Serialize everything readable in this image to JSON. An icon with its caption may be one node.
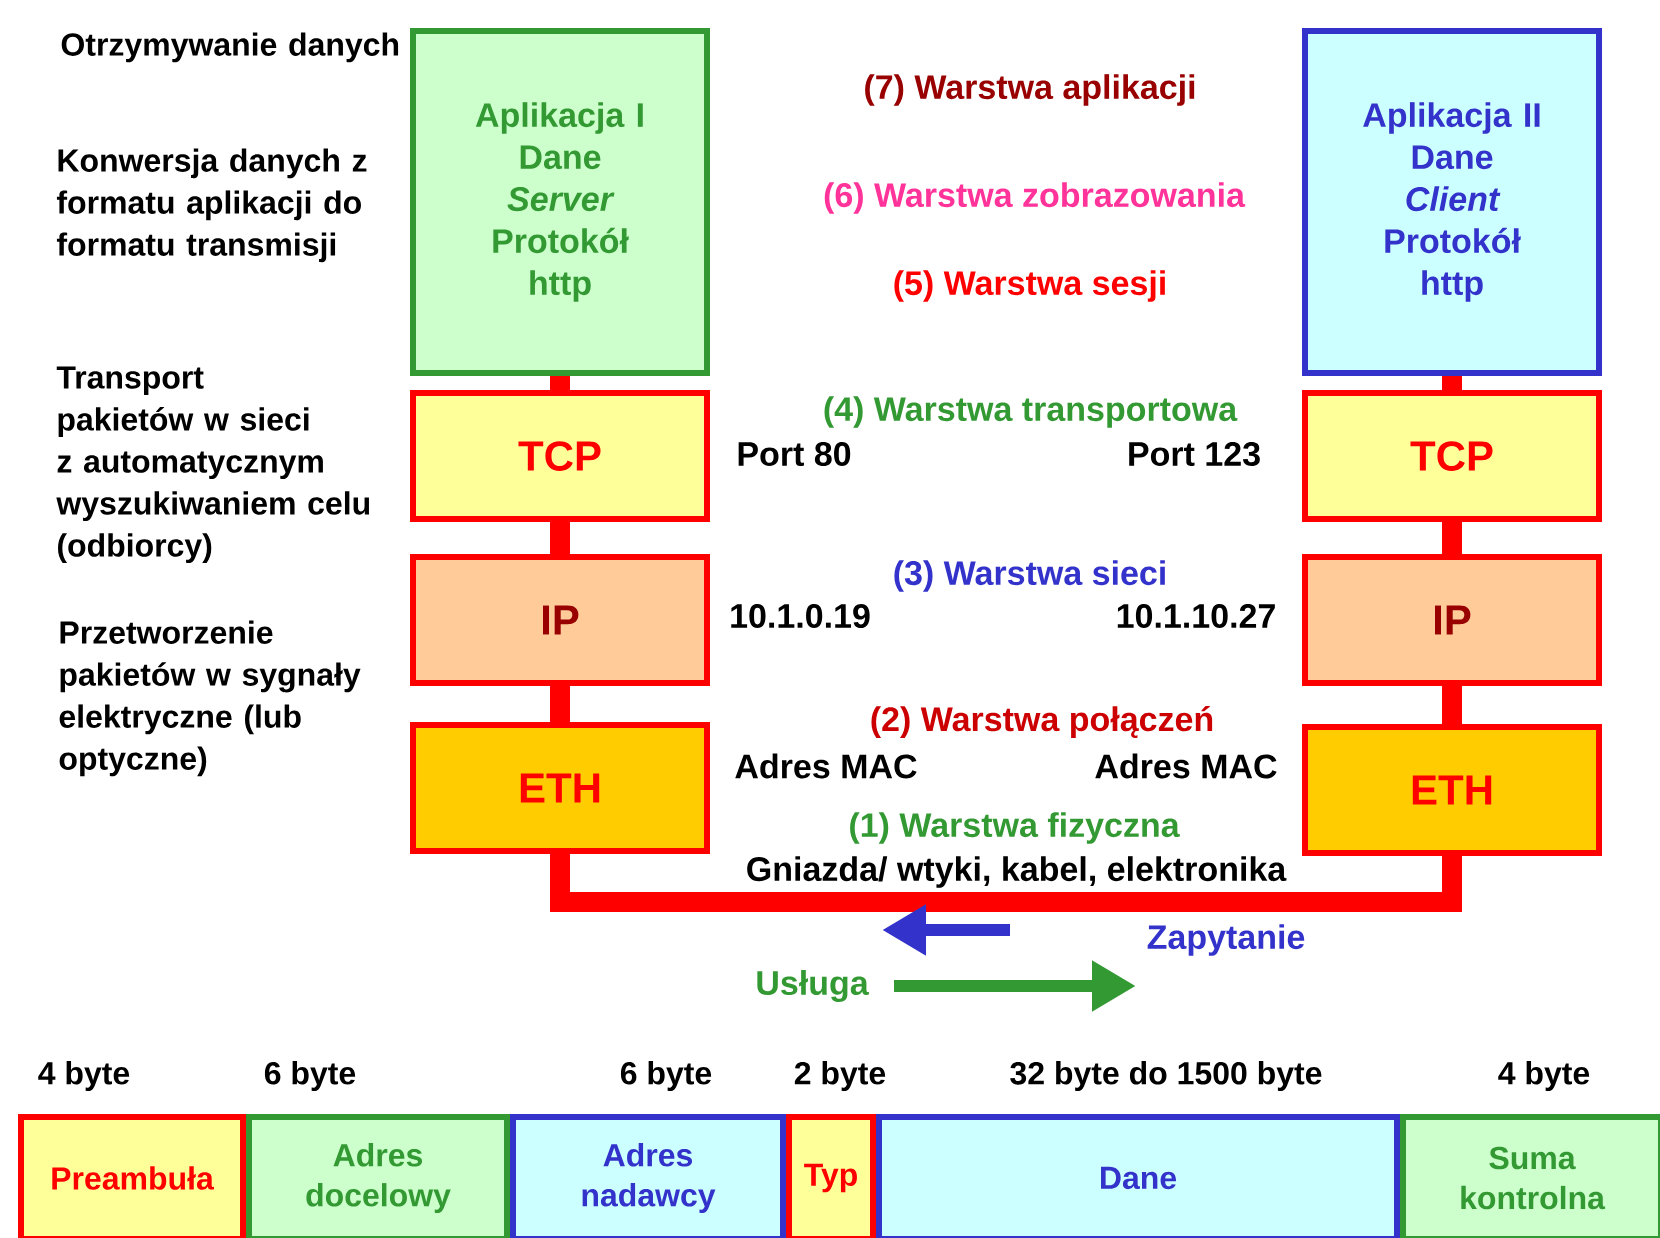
{
  "diagram": {
    "nodes": [
      {
        "text": [
          "Aplikacja I",
          "Dane",
          "Server",
          "Protokół http"
        ]
      },
      {
        "text": [
          "TCP"
        ]
      },
      {
        "text": [
          "IP"
        ]
      },
      {
        "text": [
          "ETH"
        ]
      },
      {
        "text": [
          "Aplikacja II",
          "Dane",
          "Client",
          "Protokół http"
        ]
      },
      {
        "text": [
          "TCP"
        ]
      },
      {
        "text": [
          "IP"
        ]
      },
      {
        "text": [
          "ETH"
        ]
      },
      {
        "text": [
          "Preambuła"
        ],
        "beside": [
          "4 byte"
        ]
      },
      {
        "text": [
          "Adres docelowy"
        ],
        "beside": [
          "6 byte"
        ]
      },
      {
        "text": [
          "Adres nadawcy"
        ],
        "beside": [
          "6 byte"
        ]
      },
      {
        "text": [
          "Typ"
        ],
        "beside": [
          "2 byte"
        ]
      },
      {
        "text": [
          "Dane"
        ],
        "beside": [
          "32 byte do 1500 byte"
        ]
      },
      {
        "text": [
          "Suma kontrolna"
        ],
        "beside": [
          "4 byte"
        ]
      }
    ],
    "edges": [
      {
        "from": 0,
        "to": 1,
        "arrow": "none"
      },
      {
        "from": 1,
        "to": 2,
        "arrow": "none"
      },
      {
        "from": 2,
        "to": 3,
        "arrow": "none"
      },
      {
        "from": 4,
        "to": 5,
        "arrow": "none"
      },
      {
        "from": 5,
        "to": 6,
        "arrow": "none"
      },
      {
        "from": 6,
        "to": 7,
        "arrow": "none"
      },
      {
        "from": 3,
        "to": 7,
        "arrow": "none"
      }
    ],
    "labels": [
      "Otrzymywanie danych",
      "(7) Warstwa aplikacji",
      "Konwersja danych z formatu aplikacji do formatu transmisji",
      "(6) Warstwa zobrazowania",
      "(5) Warstwa sesji",
      "Transport pakietów w sieci z automatycznym wyszukiwaniem celu (odbiorcy)",
      "(4) Warstwa transportowa",
      "Port 80",
      "Port 123",
      "(3) Warstwa sieci",
      "10.1.0.19",
      "10.1.10.27",
      "Przetworzenie pakietów w sygnały elektryczne (lub optyczne)",
      "(2) Warstwa połączeń",
      "Adres MAC",
      "Adres MAC",
      "(1) Warstwa fizyczna",
      "Gniazda/ wtyki, kabel, elektronika",
      "Zapytanie",
      "Usługa"
    ]
  }
}
